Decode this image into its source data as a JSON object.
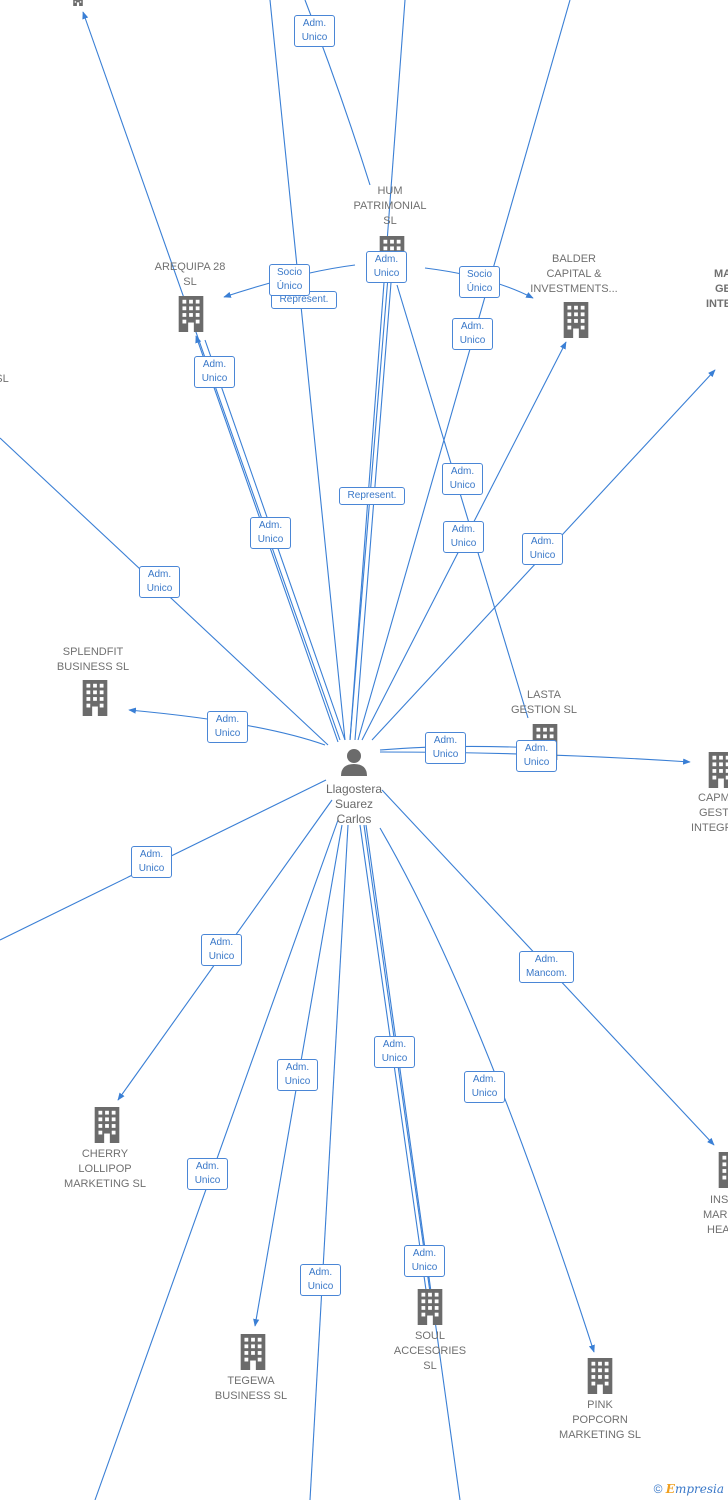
{
  "graph": {
    "person": {
      "name_lines": [
        "Llagostera",
        "Suarez",
        "Carlos"
      ]
    },
    "companies": {
      "hum": [
        "HUM",
        "PATRIMONIAL",
        "SL"
      ],
      "arequipa": [
        "AREQUIPA 28",
        "SL"
      ],
      "balder": [
        "BALDER",
        "CAPITAL &",
        "INVESTMENTS..."
      ],
      "splendfit": [
        "SPLENDFIT",
        "BUSINESS  SL"
      ],
      "lasta": [
        "LASTA",
        "GESTION  SL"
      ],
      "capm": [
        "CAPM",
        "GEST",
        "INTEGR"
      ],
      "cherry": [
        "CHERRY",
        "LOLLIPOP",
        "MARKETING  SL"
      ],
      "tegewa": [
        "TEGEWA",
        "BUSINESS  SL"
      ],
      "soul": [
        "SOUL",
        "ACCESORIES",
        "SL"
      ],
      "pink": [
        "PINK",
        "POPCORN",
        "MARKETING  SL"
      ],
      "ins": [
        "INS",
        "MARK",
        "HEA"
      ],
      "ma": [
        "MA",
        "GE",
        "INTE"
      ],
      "left_sl": [
        "SL"
      ]
    },
    "edge_labels": {
      "adm_unico": [
        "Adm.",
        "Unico"
      ],
      "adm_mancom": [
        "Adm.",
        "Mancom."
      ],
      "socio_unico": [
        "Socio",
        "Único"
      ],
      "represent": [
        "Represent."
      ]
    }
  },
  "credit": {
    "symbol": "©",
    "brand_first": "E",
    "brand_rest": "mpresia"
  },
  "colors": {
    "edge": "#3a7fd5",
    "building": "#6b6b6b",
    "label_text": "#707070"
  }
}
